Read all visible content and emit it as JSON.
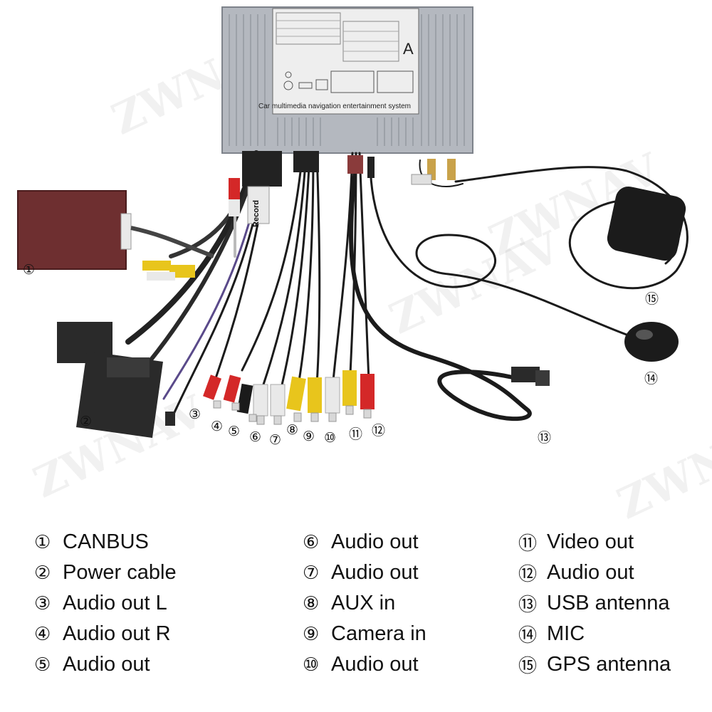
{
  "watermark": "ZWNAV",
  "device": {
    "panel_marking": "A",
    "caption": "Car multimedia navigation entertainment system"
  },
  "harness_label": "Record",
  "callouts": [
    "①",
    "②",
    "③",
    "④",
    "⑤",
    "⑥",
    "⑦",
    "⑧",
    "⑨",
    "⑩",
    "⑪",
    "⑫",
    "⑬",
    "⑭",
    "⑮"
  ],
  "legend": {
    "col1": [
      {
        "num": "①",
        "label": "CANBUS"
      },
      {
        "num": "②",
        "label": "Power cable"
      },
      {
        "num": "③",
        "label": "Audio out L"
      },
      {
        "num": "④",
        "label": "Audio out R"
      },
      {
        "num": "⑤",
        "label": "Audio out"
      }
    ],
    "col2": [
      {
        "num": "⑥",
        "label": "Audio out"
      },
      {
        "num": "⑦",
        "label": "Audio out"
      },
      {
        "num": "⑧",
        "label": "AUX in"
      },
      {
        "num": "⑨",
        "label": "Camera in"
      },
      {
        "num": "⑩",
        "label": "Audio out"
      }
    ],
    "col3": [
      {
        "num": "⑪",
        "label": "Video out"
      },
      {
        "num": "⑫",
        "label": "Audio out"
      },
      {
        "num": "⑬",
        "label": "USB antenna"
      },
      {
        "num": "⑭",
        "label": "MIC"
      },
      {
        "num": "⑮",
        "label": "GPS antenna"
      }
    ]
  },
  "colors": {
    "unit_body": "#b4b8bf",
    "canbus_box": "#6e2f30",
    "cable_black": "#1b1b1b",
    "rca_red": "#d42828",
    "rca_white": "#e9e9e9",
    "rca_yellow": "#e8c51c",
    "gold_connector": "#c9a24a"
  }
}
